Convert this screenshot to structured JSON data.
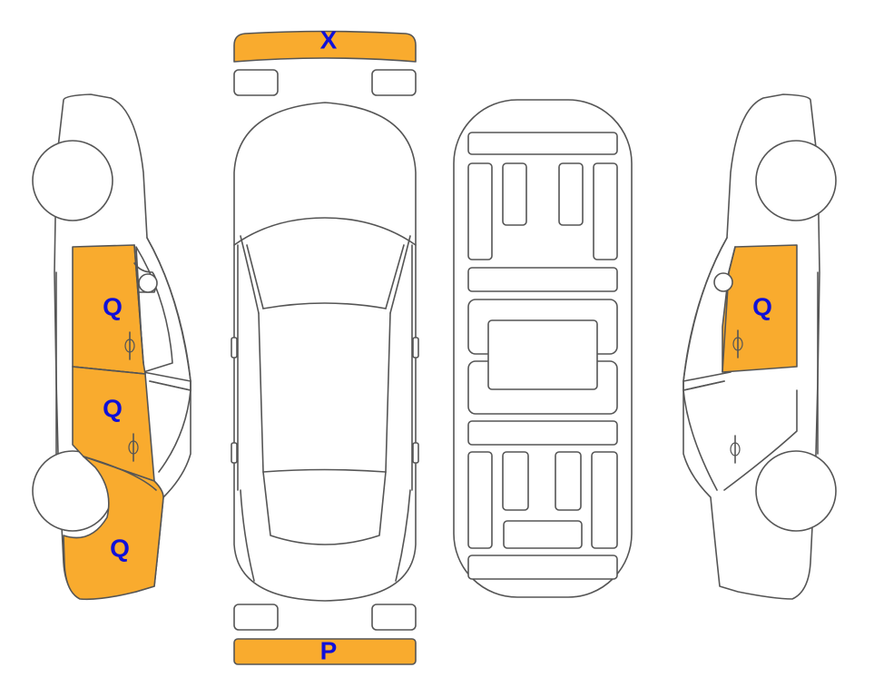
{
  "colors": {
    "damage_fill": "#F9AB2E",
    "label_color": "#1010D8",
    "outline": "#555555",
    "background": "#FFFFFF"
  },
  "marks": {
    "front_bumper": "X",
    "rear_bumper": "P",
    "left_front_door": "Q",
    "left_rear_door": "Q",
    "left_rear_quarter": "Q",
    "right_front_door": "Q"
  }
}
